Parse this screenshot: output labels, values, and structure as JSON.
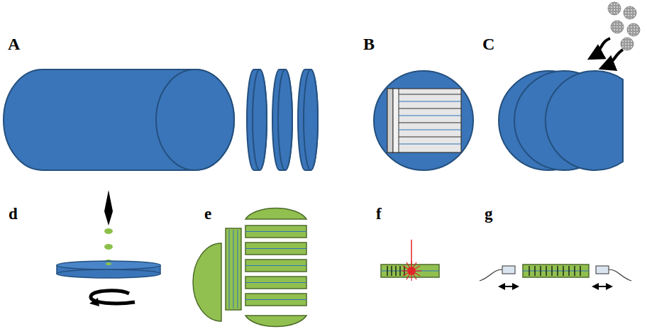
{
  "diagram": {
    "labels": [
      "A",
      "B",
      "C",
      "d",
      "e",
      "f",
      "g"
    ]
  }
}
